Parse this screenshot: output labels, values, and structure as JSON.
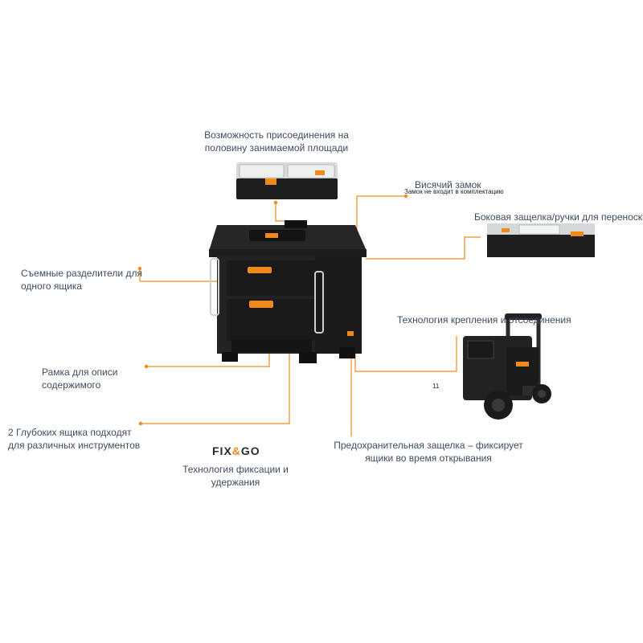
{
  "callouts": {
    "half_area": [
      "Возможность присоединения на",
      "половину занимаемой площади"
    ],
    "padlock": "Висячий замок",
    "padlock_note": "Замок не входит в комплектацию",
    "side_latch": "Боковая защелка/ручки для переноски",
    "dividers": [
      "Съемные разделители для",
      "одного ящика"
    ],
    "attach_tech": "Технология крепления и отсоединения",
    "label_frame": [
      "Рамка для описи",
      "содержимого"
    ],
    "page_number": "11",
    "drawers": [
      "2 Глубоких ящика подходят",
      "для различных инструментов"
    ],
    "safety_latch": [
      "Предохранительная защелка – фиксирует",
      "ящики во время открывания"
    ],
    "fixgo_caption": [
      "Технология фиксации и",
      "удержания"
    ]
  },
  "logo": {
    "left": "FIX",
    "mid": "&",
    "right": "GO"
  },
  "colors": {
    "accent": "#f08a1c",
    "box": "#1e1e1e",
    "text": "#3e4c5e"
  },
  "icons": [
    "toolbox-product-photo",
    "organizer-photo",
    "side-latch-photo",
    "cart-photo",
    "fixgo-logo"
  ]
}
